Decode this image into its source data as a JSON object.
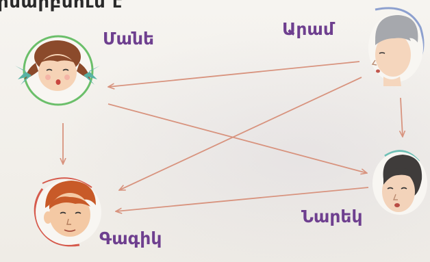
{
  "header": {
    "partial_text": "ինարբնում է"
  },
  "people": [
    {
      "id": "mane",
      "name": "Մանե"
    },
    {
      "id": "aram",
      "name": "Արամ"
    },
    {
      "id": "gagik",
      "name": "Գագիկ"
    },
    {
      "id": "narek",
      "name": "Նարեկ"
    }
  ],
  "arrows": [
    {
      "from": "aram",
      "to": "mane"
    },
    {
      "from": "aram",
      "to": "gagik"
    },
    {
      "from": "aram",
      "to": "narek"
    },
    {
      "from": "mane",
      "to": "narek"
    },
    {
      "from": "mane",
      "to": "gagik"
    },
    {
      "from": "narek",
      "to": "gagik"
    }
  ],
  "colors": {
    "name_text": "#6e3f8f",
    "arrow": "#d8937e",
    "ring_mane": "#6bbf6a",
    "ring_aram": "#8da0cf",
    "ring_gagik": "#d65a4c",
    "ring_narek": "#6fc0b6"
  }
}
